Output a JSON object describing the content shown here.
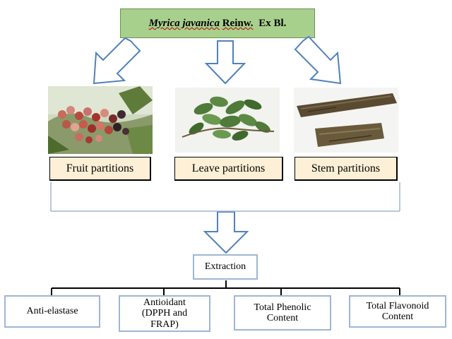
{
  "title": {
    "species": "Myrica javanica",
    "author": "Reinw.",
    "suffix": "Ex Bl."
  },
  "partitions": [
    {
      "label": "Fruit partitions"
    },
    {
      "label": "Leave partitions"
    },
    {
      "label": "Stem partitions"
    }
  ],
  "extraction": {
    "label": "Extraction"
  },
  "methods": [
    {
      "lines": [
        "Anti-elastase"
      ]
    },
    {
      "lines": [
        "Antioidant",
        "(DPPH and",
        "FRAP)"
      ]
    },
    {
      "lines": [
        "Total Phenolic",
        "Content"
      ]
    },
    {
      "lines": [
        "Total Flavonoid",
        "Content"
      ]
    }
  ],
  "colors": {
    "title_fill": "#a8d08d",
    "partition_fill": "#fdf0d6",
    "arrow_stroke": "#4f81bd",
    "box_border": "#9fb6d3"
  },
  "icons": [
    "fruit-photo",
    "leaf-photo",
    "stem-photo",
    "down-arrow-icon"
  ]
}
